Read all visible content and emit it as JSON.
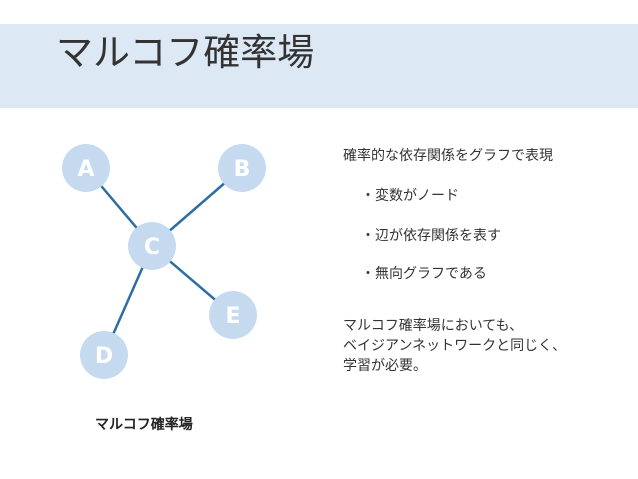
{
  "slide": {
    "title": "マルコフ確率場",
    "caption": "マルコフ確率場"
  },
  "diagram": {
    "node_fill": "#c5daef",
    "node_text_color": "#ffffff",
    "edge_color": "#2f6da3",
    "nodes": [
      {
        "id": "A",
        "label": "A"
      },
      {
        "id": "B",
        "label": "B"
      },
      {
        "id": "C",
        "label": "C"
      },
      {
        "id": "D",
        "label": "D"
      },
      {
        "id": "E",
        "label": "E"
      }
    ],
    "edges": [
      {
        "from": "A",
        "to": "C"
      },
      {
        "from": "B",
        "to": "C"
      },
      {
        "from": "C",
        "to": "D"
      },
      {
        "from": "C",
        "to": "E"
      }
    ]
  },
  "text": {
    "heading": "確率的な依存関係をグラフで表現",
    "bullets": [
      "・変数がノード",
      "・辺が依存関係を表す",
      "・無向グラフである"
    ],
    "note_lines": [
      "マルコフ確率場においても、",
      "ベイジアンネットワークと同じく、",
      "学習が必要。"
    ]
  }
}
